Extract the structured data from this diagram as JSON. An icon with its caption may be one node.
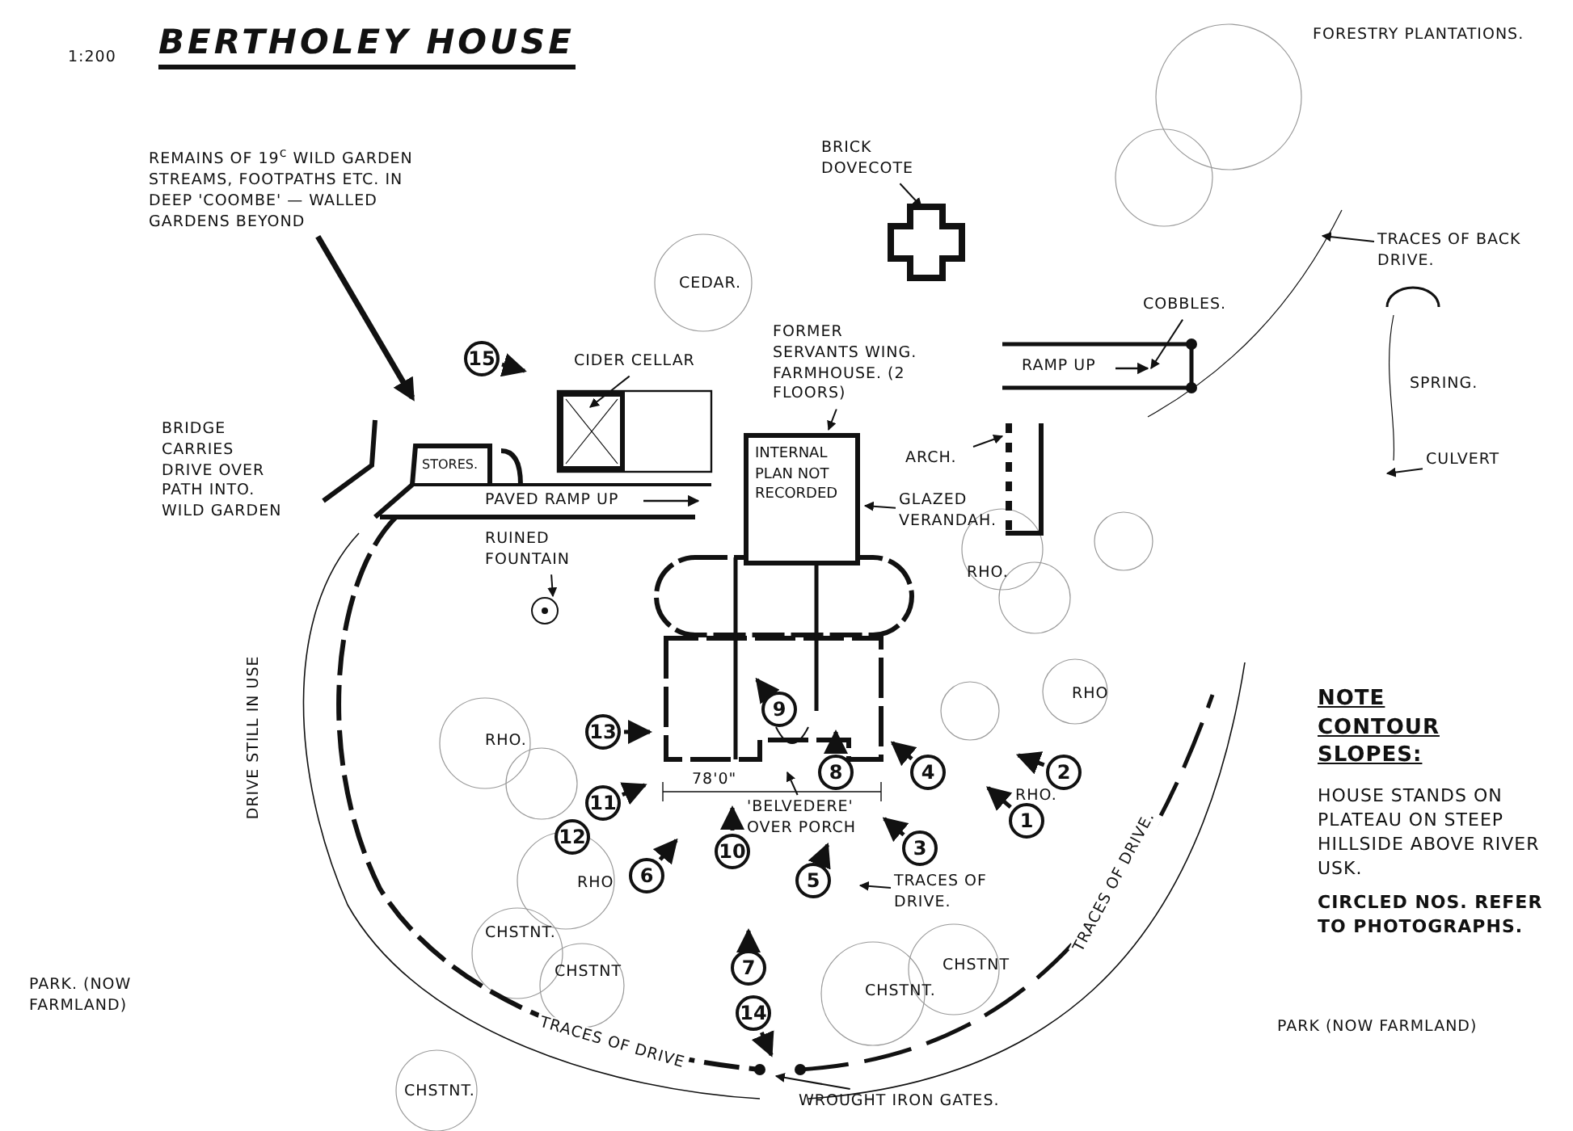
{
  "diagram": {
    "title": "BERTHOLEY HOUSE",
    "nodes": [
      {
        "text": [
          "REMAINS OF 19$^{c}$ WILD GARDEN STREAMS, FOOTPATHS ETC. IN DEEP 'COOMBE' — WALLED GARDENS BEYOND"
        ]
      },
      {
        "text": [
          "CIDER CELLAR"
        ]
      },
      {
        "text": [
          "FORMER SERVANTS WING. FARMHOUSE. (2 FLOORS)"
        ]
      },
      {
        "text": [
          "INTERNAL PLAN NOT RECORDED"
        ]
      },
      {
        "text": [
          "BRICK DOVECOTE"
        ]
      },
      {
        "text": [
          "COBBLES."
        ]
      },
      {
        "text": [
          "TRACES OF BACK DRIVE."
        ]
      },
      {
        "text": [
          "CULVERT"
        ]
      },
      {
        "text": [
          "ARCH."
        ]
      },
      {
        "text": [
          "GLAZED VERANDAH."
        ]
      },
      {
        "text": [
          "RUINED FOUNTAIN"
        ]
      },
      {
        "text": [
          "'BELVEDERE' OVER PORCH"
        ]
      },
      {
        "text": [
          "TRACES OF DRIVE."
        ]
      },
      {
        "text": [
          "WROUGHT IRON GATES."
        ]
      },
      {
        "text": [
          "15"
        ]
      },
      {
        "text": [
          "9"
        ]
      },
      {
        "text": [
          "13"
        ]
      },
      {
        "text": [
          "8"
        ]
      },
      {
        "text": [
          "4"
        ]
      },
      {
        "text": [
          "2"
        ]
      },
      {
        "text": [
          "11"
        ]
      },
      {
        "text": [
          "1"
        ]
      },
      {
        "text": [
          "12"
        ]
      },
      {
        "text": [
          "3"
        ]
      },
      {
        "text": [
          "10"
        ]
      },
      {
        "text": [
          "6"
        ]
      },
      {
        "text": [
          "5"
        ]
      },
      {
        "text": [
          "7"
        ]
      },
      {
        "text": [
          "14"
        ]
      }
    ],
    "edges": [
      {
        "from": 0,
        "to": null,
        "arrow": "to",
        "style": "thick"
      },
      {
        "from": 1,
        "to": null,
        "arrow": "to"
      },
      {
        "from": 2,
        "to": 3,
        "arrow": "to"
      },
      {
        "from": 4,
        "to": null,
        "arrow": "to"
      },
      {
        "from": 5,
        "to": null,
        "arrow": "to"
      },
      {
        "from": 6,
        "to": null,
        "arrow": "to"
      },
      {
        "from": 7,
        "to": null,
        "arrow": "to"
      },
      {
        "from": 8,
        "to": null,
        "arrow": "to"
      },
      {
        "from": 9,
        "to": null,
        "arrow": "to"
      },
      {
        "from": 10,
        "to": null,
        "arrow": "to"
      },
      {
        "from": 11,
        "to": null,
        "arrow": "to"
      },
      {
        "from": 12,
        "to": null,
        "arrow": "to"
      },
      {
        "from": 13,
        "to": null,
        "arrow": "to"
      }
    ],
    "labels": [
      "1:200",
      "BRIDGE CARRIES DRIVE OVER PATH INTO. WILD GARDEN",
      "STORES.",
      "PAVED RAMP UP",
      "RAMP UP",
      "CEDAR.",
      "FORESTRY PLANTATIONS.",
      "SPRING.",
      "DRIVE STILL IN USE",
      "RHO.",
      "RHO.",
      "RHO",
      "RHO.",
      "RHO",
      "CHSTNT.",
      "CHSTNT",
      "CHSTNT.",
      "CHSTNT",
      "CHSTNT.",
      "78'0\"",
      "TRACES OF DRIVE",
      "TRACES OF DRIVE.",
      "NOTE CONTOUR SLOPES:",
      "HOUSE STANDS ON PLATEAU ON STEEP HILLSIDE ABOVE RIVER USK.",
      "CIRCLED NOS. REFER TO PHOTOGRAPHS.",
      "PARK. (NOW FARMLAND)",
      "PARK (NOW FARMLAND)"
    ]
  }
}
